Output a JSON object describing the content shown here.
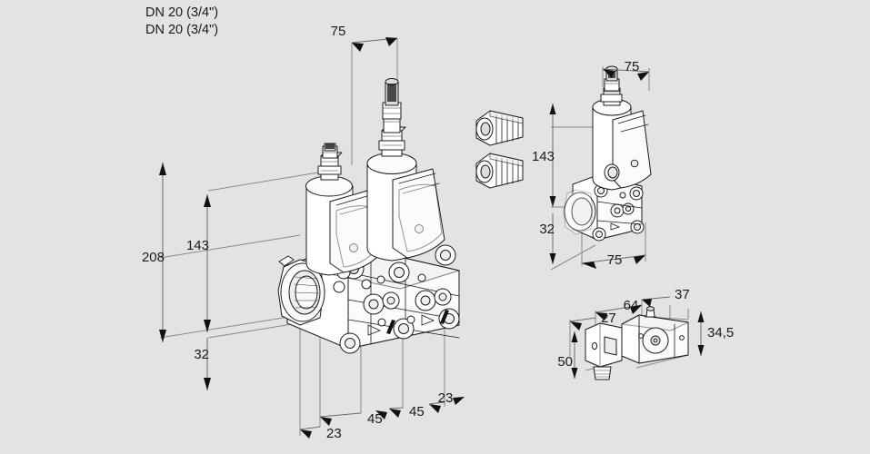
{
  "page": {
    "background_color": "#e3e3e3",
    "line_color": "#1c1c1c",
    "dim_line_color": "#6b6b6b",
    "text_color": "#1a1a1a",
    "title": "Dimensional drawing - double solenoid valve DN 20 (3/4\")"
  },
  "header": {
    "line1": "DN 20 (3/4\")",
    "line2": "DN 20 (3/4\")"
  },
  "main_view": {
    "name": "main-isometric-view",
    "dimensions": {
      "top_width": "75",
      "overall_height": "208",
      "coil_height": "143",
      "body_height": "32",
      "span_1": "23",
      "span_2": "45",
      "span_3": "45",
      "span_4": "23"
    },
    "parts": {
      "coil_left": "solenoid-coil-left",
      "coil_right": "solenoid-coil-right",
      "valve_body": "valve-body",
      "inlet_port": "threaded-inlet-port",
      "flow_arrow_1": "flow-direction-arrow",
      "flow_arrow_2": "flow-direction-arrow"
    }
  },
  "connectors": {
    "name": "cable-gland-connectors",
    "count": 2
  },
  "side_view": {
    "name": "side-elevation-view",
    "dimensions": {
      "top_width": "75",
      "coil_height": "143",
      "body_height": "32",
      "bottom_width": "75"
    }
  },
  "detail_view": {
    "name": "pressure-switch-detail-view",
    "dimensions": {
      "d_27": "27",
      "d_64": "64",
      "d_37": "37",
      "d_34_5": "34,5",
      "d_50": "50"
    }
  }
}
